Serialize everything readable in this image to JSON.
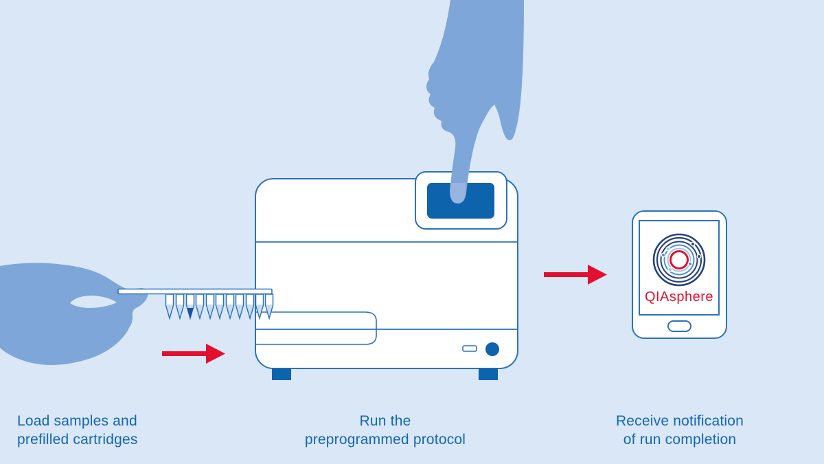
{
  "colors": {
    "bg": "#dae7f6",
    "line-blue": "#2b72ba",
    "dark-blue": "#0e63ad",
    "hand-blue": "#7fa6d8",
    "hand-light": "#97b5e0",
    "liquid-blue": "#c9dcf0",
    "tube-dark": "#1b4fa0",
    "navy": "#26417e",
    "mid-blue": "#4e8fd4",
    "light-ring": "#9dc2e8",
    "red": "#e30f2f",
    "text-blue": "#1466b3"
  },
  "captions": {
    "step1": {
      "line1": "Load samples and",
      "line2": "prefilled cartridges"
    },
    "step2": {
      "line1": "Run the",
      "line2": "preprogrammed protocol"
    },
    "step3": {
      "line1": "Receive notification",
      "line2": "of run completion"
    }
  },
  "phone": {
    "app_name": "QIAsphere"
  },
  "icons": {
    "arrow_forward": "red-arrow-right",
    "left_hand": "hand-holding-tube-strip",
    "top_hand": "hand-pressing-touchscreen",
    "logo": "qiasphere-concentric-rings-logo"
  }
}
